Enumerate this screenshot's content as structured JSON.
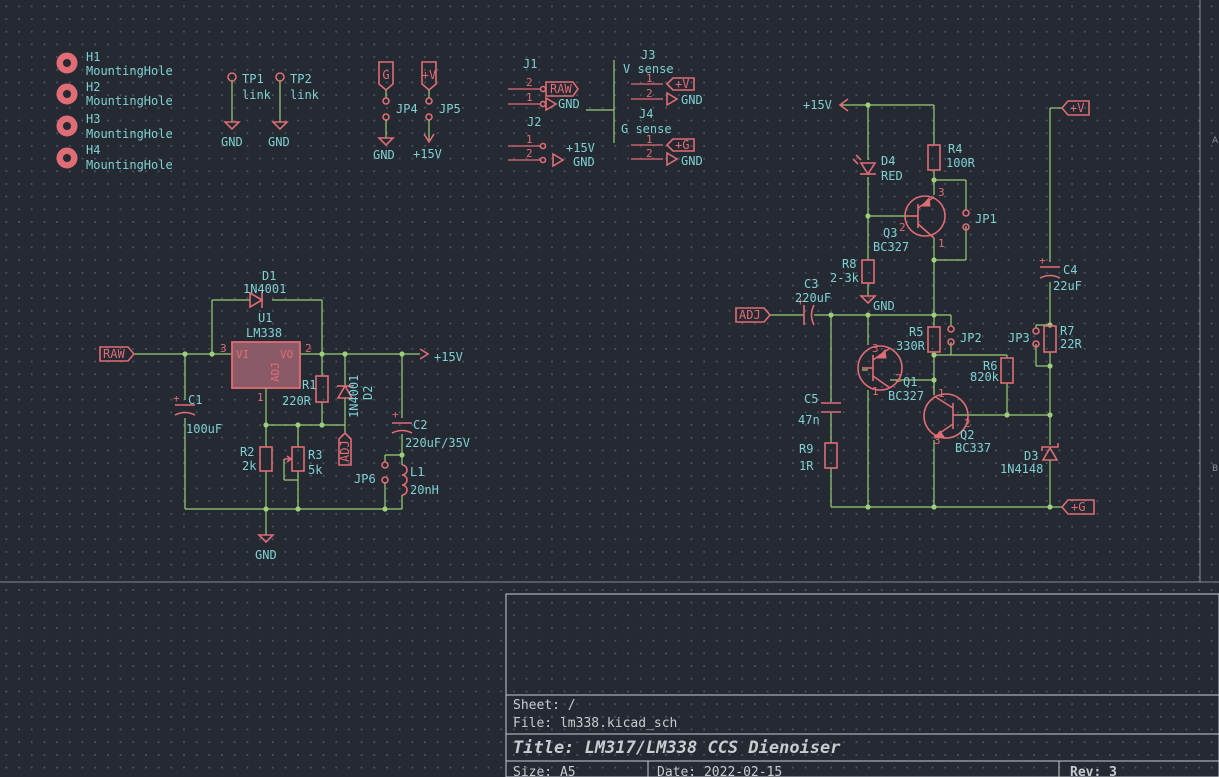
{
  "components": {
    "H1": {
      "ref": "H1",
      "value": "MountingHole"
    },
    "H2": {
      "ref": "H2",
      "value": "MountingHole"
    },
    "H3": {
      "ref": "H3",
      "value": "MountingHole"
    },
    "H4": {
      "ref": "H4",
      "value": "MountingHole"
    },
    "TP1": {
      "ref": "TP1",
      "value": "link"
    },
    "TP2": {
      "ref": "TP2",
      "value": "link"
    },
    "JP4": {
      "ref": "JP4"
    },
    "JP5": {
      "ref": "JP5"
    },
    "J1": {
      "ref": "J1"
    },
    "J2": {
      "ref": "J2"
    },
    "J3": {
      "ref": "J3",
      "value": "V sense"
    },
    "J4": {
      "ref": "J4",
      "value": "G sense"
    },
    "D1": {
      "ref": "D1",
      "value": "1N4001"
    },
    "U1": {
      "ref": "U1",
      "value": "LM338"
    },
    "C1": {
      "ref": "C1",
      "value": "100uF"
    },
    "R1": {
      "ref": "R1",
      "value": "220R"
    },
    "D2": {
      "ref": "D2",
      "value": "1N4001"
    },
    "C2": {
      "ref": "C2",
      "value": "220uF/35V"
    },
    "R2": {
      "ref": "R2",
      "value": "2k"
    },
    "R3": {
      "ref": "R3",
      "value": "5k"
    },
    "JP6": {
      "ref": "JP6"
    },
    "L1": {
      "ref": "L1",
      "value": "20nH"
    },
    "D4": {
      "ref": "D4",
      "value": "RED"
    },
    "R4": {
      "ref": "R4",
      "value": "100R"
    },
    "Q3": {
      "ref": "Q3",
      "value": "BC327"
    },
    "JP1": {
      "ref": "JP1"
    },
    "R8": {
      "ref": "R8",
      "value": "2-3k"
    },
    "C3": {
      "ref": "C3",
      "value": "220uF"
    },
    "R5": {
      "ref": "R5",
      "value": "330R"
    },
    "JP2": {
      "ref": "JP2"
    },
    "R6": {
      "ref": "R6",
      "value": "820k"
    },
    "JP3": {
      "ref": "JP3"
    },
    "R7": {
      "ref": "R7",
      "value": "22R"
    },
    "C4": {
      "ref": "C4",
      "value": "22uF"
    },
    "Q1": {
      "ref": "Q1",
      "value": "BC327"
    },
    "Q2": {
      "ref": "Q2",
      "value": "BC337"
    },
    "C5": {
      "ref": "C5",
      "value": "47n"
    },
    "R9": {
      "ref": "R9",
      "value": "1R"
    },
    "D3": {
      "ref": "D3",
      "value": "1N4148"
    }
  },
  "power": {
    "gnd": "GND",
    "p15": "+15V"
  },
  "labels": {
    "raw": "RAW",
    "gnd": "GND",
    "adj": "ADJ",
    "pv": "+V",
    "pg": "+G",
    "g": "G"
  },
  "pins": {
    "vi": "VI",
    "vo": "VO",
    "adj": "ADJ",
    "n1": "1",
    "n2": "2",
    "n3": "3"
  },
  "title_block": {
    "sheet": "Sheet: /",
    "file": "File: lm338.kicad_sch",
    "title": "Title: LM317/LM338 CCS Dienoiser",
    "size": "Size: A5",
    "date": "Date: 2022-02-15",
    "rev": "Rev: 3"
  },
  "edge_letters": {
    "a": "A",
    "b": "B"
  },
  "colors": {
    "background": "#242932",
    "wire": "#9bcf7a",
    "symbol": "#e06c75",
    "text": "#7fd1d4"
  }
}
